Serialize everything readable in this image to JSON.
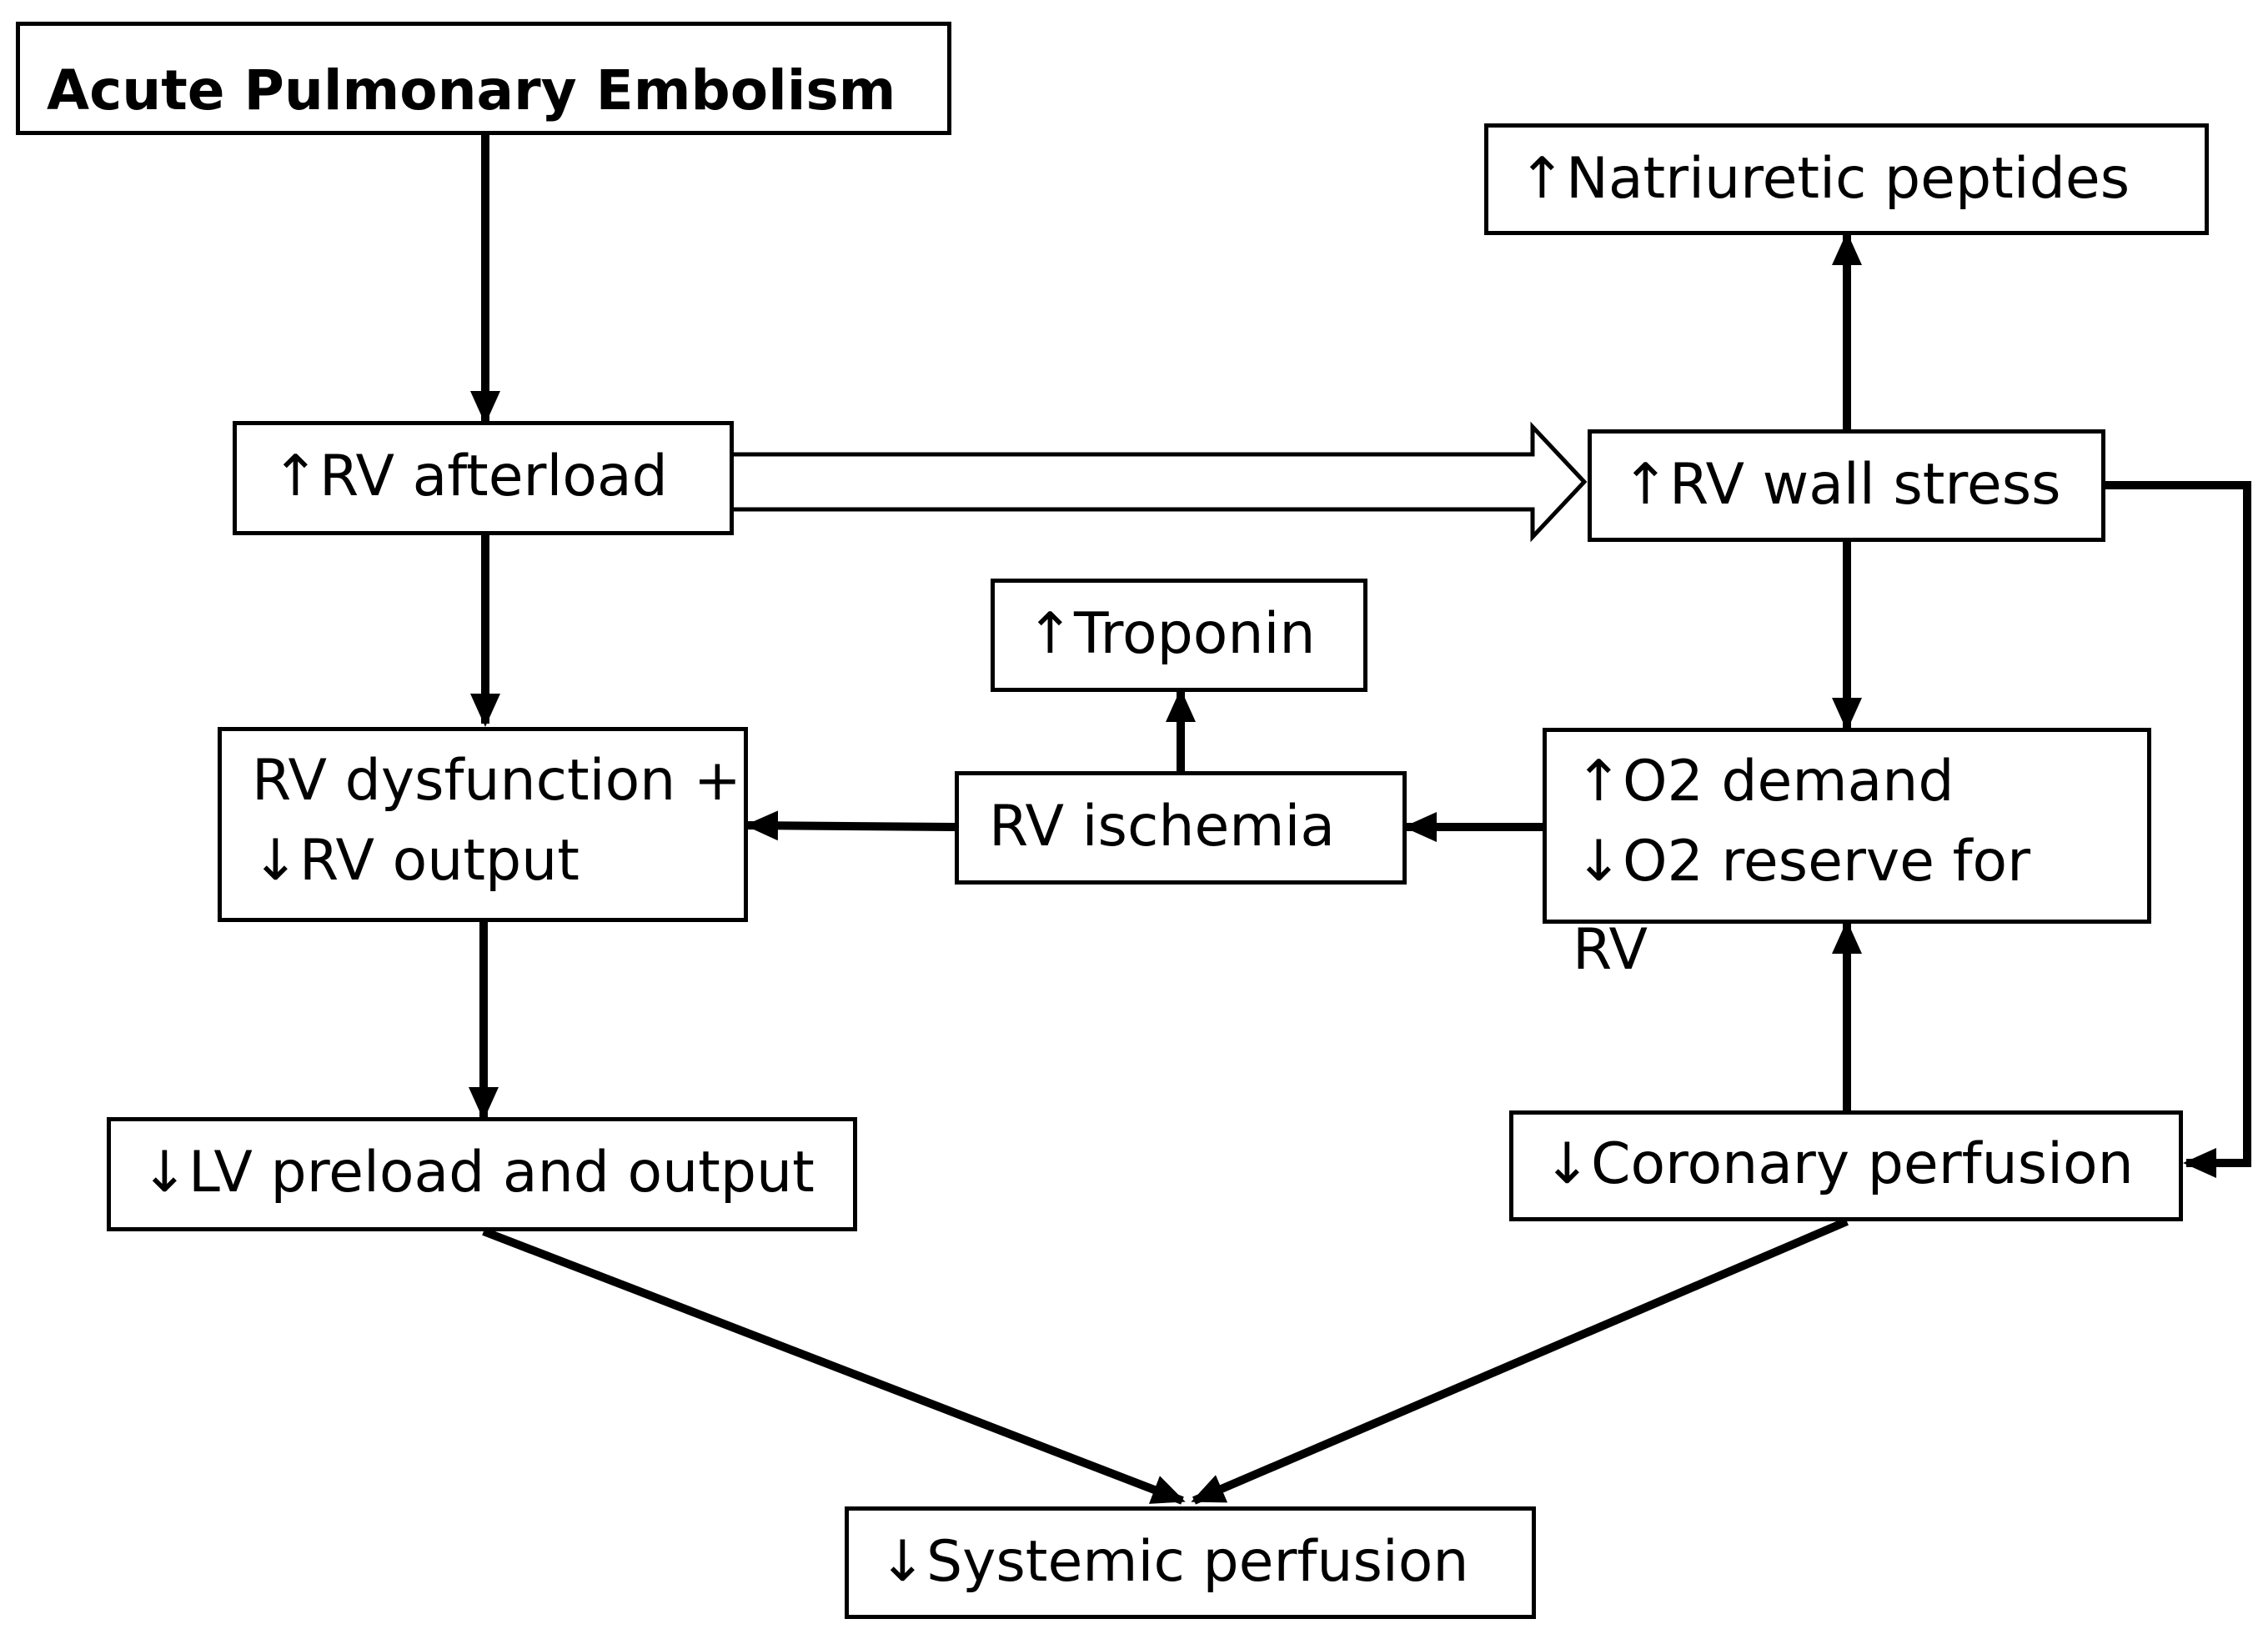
{
  "nodes": {
    "acute_pe": {
      "text": "Acute Pulmonary Embolism"
    },
    "rv_afterload": {
      "text": "↑RV afterload"
    },
    "natriuretic": {
      "text": "↑Natriuretic peptides"
    },
    "rv_wall_stress": {
      "text": "↑RV wall stress"
    },
    "troponin": {
      "text": "↑Troponin"
    },
    "rv_dysfunction": {
      "line1": "RV dysfunction +",
      "line2": "↓RV output"
    },
    "rv_ischemia": {
      "text": "RV ischemia"
    },
    "o2": {
      "line1": "↑O2 demand",
      "line2": "↓O2 reserve for",
      "line3": "RV"
    },
    "lv_preload": {
      "text": "↓LV preload and output"
    },
    "coronary": {
      "text": "↓Coronary perfusion"
    },
    "systemic": {
      "text": "↓Systemic perfusion"
    }
  },
  "colors": {
    "stroke": "#000000",
    "background": "#ffffff"
  }
}
